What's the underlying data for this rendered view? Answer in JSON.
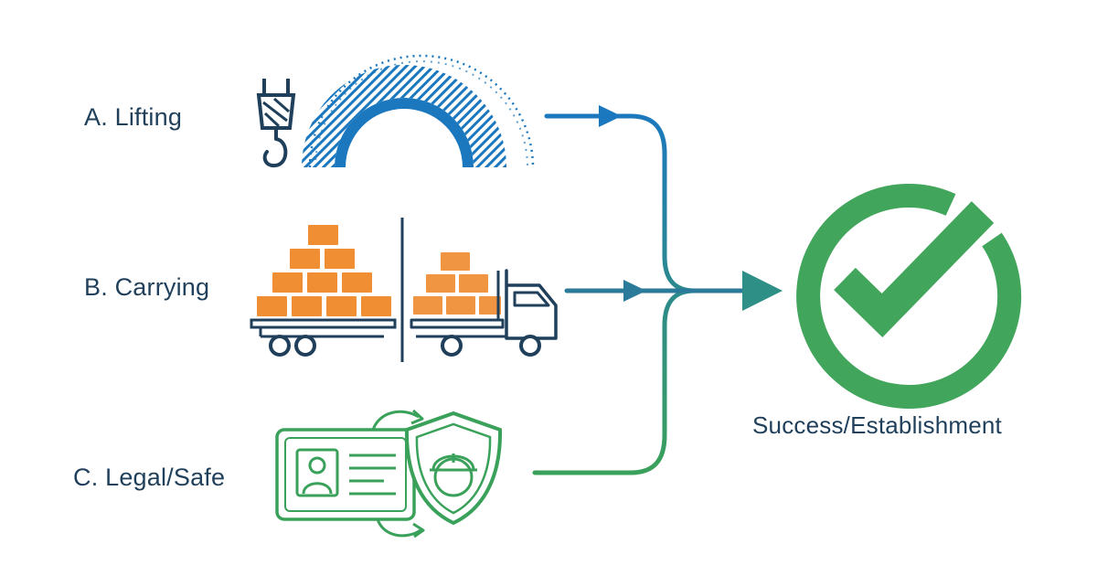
{
  "stages": [
    {
      "label": "A. Lifting",
      "icon": "crane-hook-icon"
    },
    {
      "label": "B. Carrying",
      "icon": "truck-with-bricks-icon"
    },
    {
      "label": "C. Legal/Safe",
      "icon": "id-card-safety-shield-icon"
    }
  ],
  "result": {
    "label": "Success/Establishment",
    "icon": "check-circle-icon"
  },
  "colors": {
    "text": "#1f3f5b",
    "lifting_blue": "#1b78bf",
    "carrying_teal": "#2c7a9a",
    "legal_green": "#3aa15a",
    "success_green": "#41a55b",
    "brick_orange": "#ef8e33",
    "truck_navy": "#1f3f5b"
  }
}
